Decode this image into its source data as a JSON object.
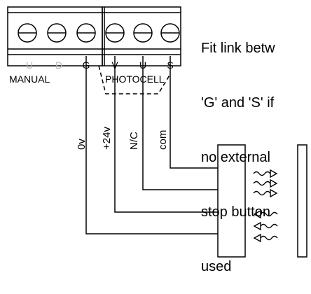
{
  "terminal_letters": [
    "U",
    "D",
    "G",
    "V",
    "U",
    "S"
  ],
  "group_labels": {
    "manual": "MANUAL",
    "photocell": "PHOTOCELL"
  },
  "wire_labels": [
    "0v",
    "+24v",
    "N/C",
    "com"
  ],
  "note_lines": [
    "Fit link betw",
    "'G' and 'S' if",
    "no external",
    "stop button",
    "used"
  ],
  "colors": {
    "line": "#000000",
    "faded_letters": "#b8b8b8",
    "background": "#ffffff"
  }
}
